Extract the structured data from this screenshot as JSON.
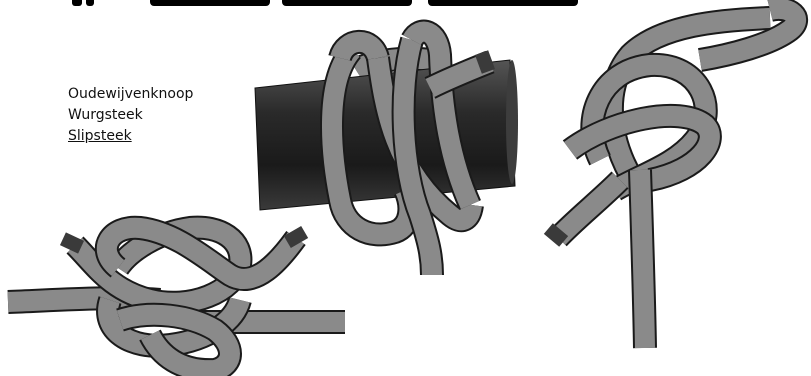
{
  "knot_names": [
    {
      "label": "Oudewijvenknoop",
      "underlined": false
    },
    {
      "label": "Wurgsteek",
      "underlined": false
    },
    {
      "label": "Slipsteek",
      "underlined": true
    }
  ],
  "illustrations": [
    {
      "name": "granny-knot-illustration"
    },
    {
      "name": "constrictor-knot-illustration"
    },
    {
      "name": "slip-knot-illustration"
    }
  ],
  "colors": {
    "rope": "#8a8a8a",
    "rope_outline": "#1a1a1a",
    "rope_end": "#3a3a3a",
    "pole_dark": "#1e1e1e",
    "pole_light": "#4a4a4a",
    "background": "#ffffff"
  }
}
